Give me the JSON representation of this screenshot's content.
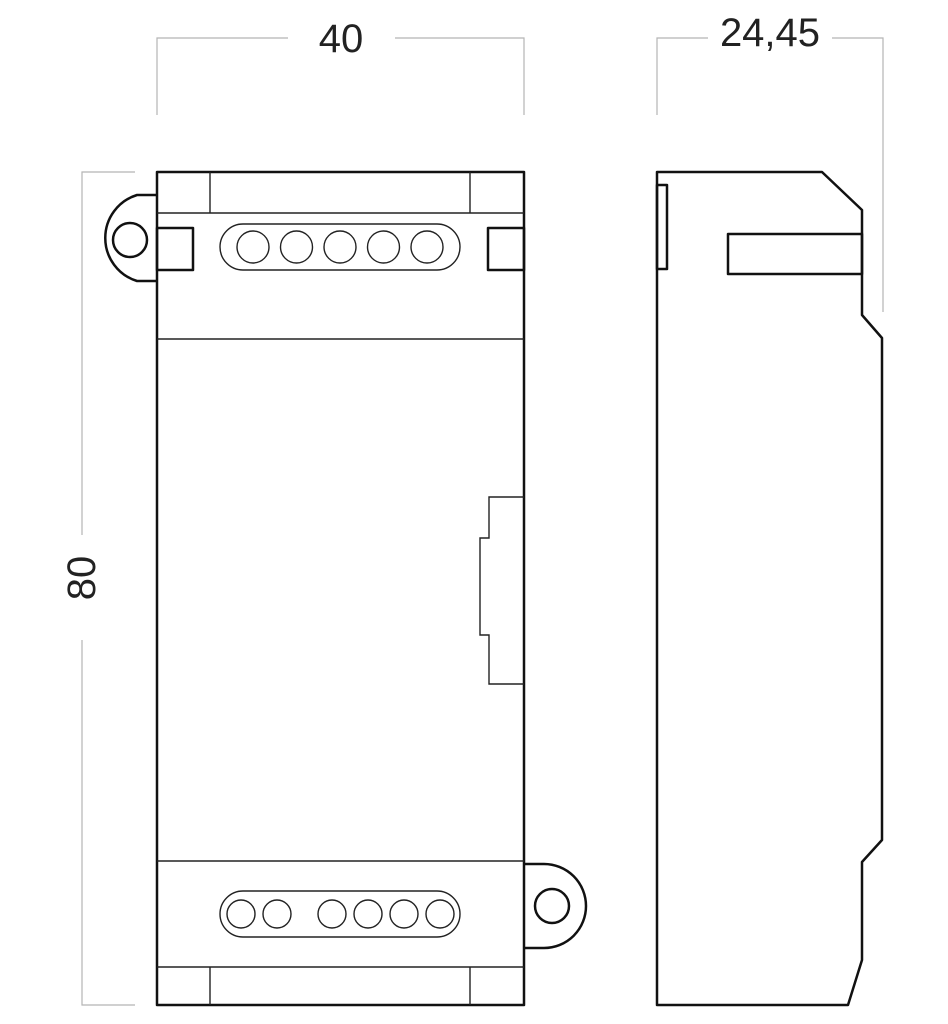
{
  "dimensions": {
    "front_width": "40",
    "side_depth": "24,45",
    "height": "80"
  },
  "terminals": {
    "top_count": 5,
    "bottom_count": 6
  },
  "colors": {
    "line": "#111111",
    "dimension_line": "#b5b5b5",
    "text": "#222222"
  }
}
